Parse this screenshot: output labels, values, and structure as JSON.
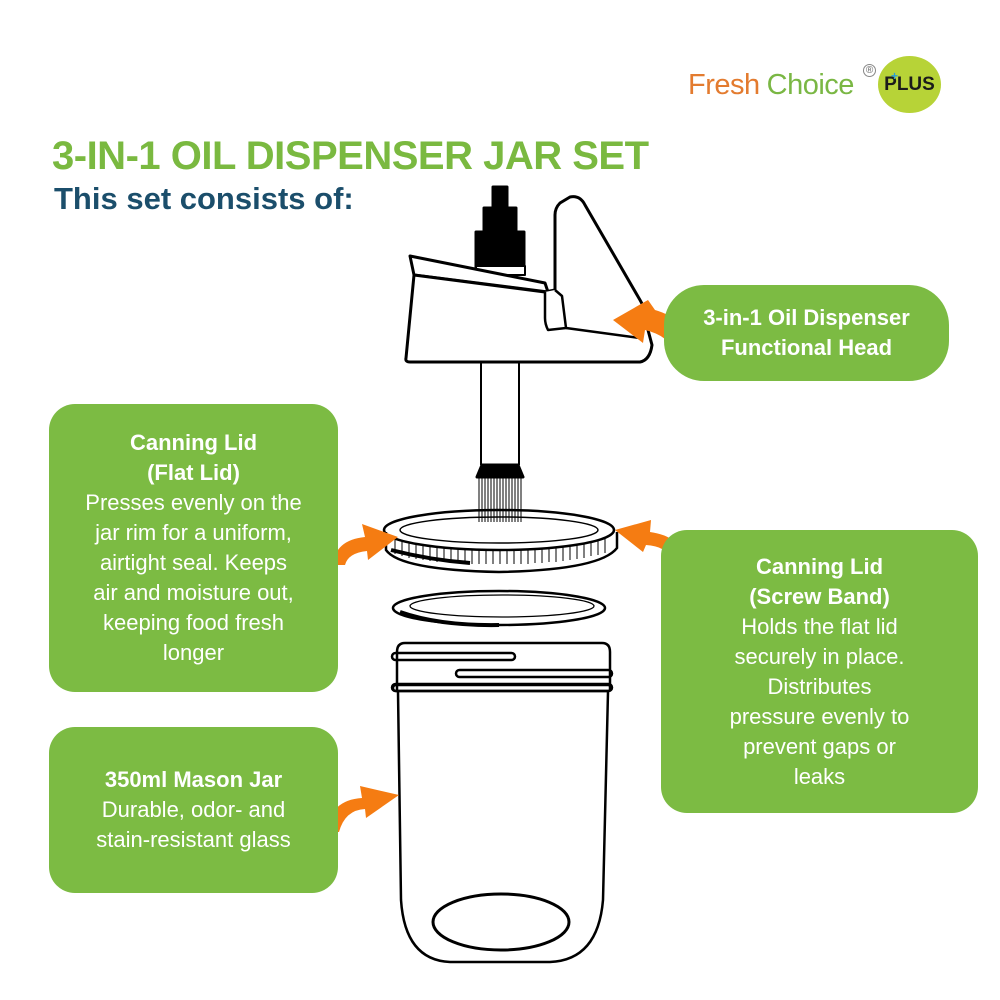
{
  "brand": {
    "fresh": "Fresh",
    "choice": "Choice",
    "registered": "®",
    "plus_badge": "PLUS",
    "plus_cross": "+",
    "colors": {
      "fresh": "#e37b2f",
      "choice": "#7ab744",
      "badge": "#b7d337"
    }
  },
  "header": {
    "title": "3-IN-1 OIL DISPENSER JAR SET",
    "subtitle": "This set consists of:"
  },
  "callouts": {
    "head": {
      "title_line1": "3-in-1 Oil Dispenser",
      "title_line2": "Functional Head"
    },
    "flat_lid": {
      "title_line1": "Canning Lid",
      "title_line2": "(Flat Lid)",
      "body": [
        "Presses evenly on the",
        "jar rim for a uniform,",
        "airtight seal. Keeps",
        "air and moisture out,",
        "keeping food fresh",
        "longer"
      ]
    },
    "screw_band": {
      "title_line1": "Canning Lid",
      "title_line2": "(Screw Band)",
      "body": [
        "Holds the flat lid",
        "securely in place.",
        "Distributes",
        "pressure evenly to",
        "prevent gaps or",
        "leaks"
      ]
    },
    "mason_jar": {
      "title_line1": "350ml Mason Jar",
      "body": [
        "Durable, odor- and",
        "stain-resistant glass"
      ]
    }
  },
  "colors": {
    "callout_green": "#7cbb43",
    "title_green": "#7ab940",
    "subtitle_navy": "#1b4e6b",
    "arrow_orange": "#f57c12",
    "outline": "#000000"
  },
  "icons": [
    "curved-arrow-icon",
    "oil-dispenser-head-illustration",
    "screw-band-illustration",
    "flat-lid-illustration",
    "mason-jar-illustration"
  ]
}
